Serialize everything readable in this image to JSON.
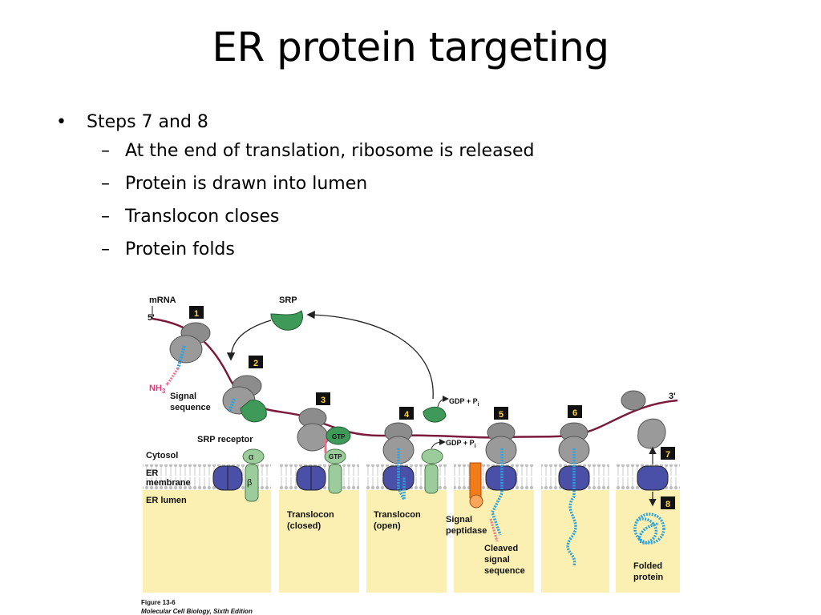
{
  "slide": {
    "title": "ER protein targeting",
    "bullet": "Steps 7 and 8",
    "bullet_marker": "•",
    "sub_marker": "–",
    "sub_bullets": [
      "At the end of translation, ribosome is released",
      "Protein is drawn into lumen",
      "Translocon closes",
      "Protein folds"
    ]
  },
  "figure": {
    "labels": {
      "mrna": "mRNA",
      "five_prime": "5'",
      "three_prime": "3'",
      "srp": "SRP",
      "nh3": "NH",
      "nh3_sub": "3",
      "nh3_sup": "+",
      "signal_sequence": [
        "Signal",
        "sequence"
      ],
      "srp_receptor": "SRP receptor",
      "alpha": "α",
      "beta": "β",
      "cytosol": "Cytosol",
      "er_membrane": [
        "ER",
        "membrane"
      ],
      "er_lumen": "ER lumen",
      "gtp": "GTP",
      "gdp_pi": "GDP + P",
      "pi_sub": "i",
      "translocon_closed": [
        "Translocon",
        "(closed)"
      ],
      "translocon_open": [
        "Translocon",
        "(open)"
      ],
      "signal_peptidase": [
        "Signal",
        "peptidase"
      ],
      "cleaved_signal_sequence": [
        "Cleaved",
        "signal",
        "sequence"
      ],
      "folded_protein": [
        "Folded",
        "protein"
      ]
    },
    "steps": [
      "1",
      "2",
      "3",
      "4",
      "5",
      "6",
      "7",
      "8"
    ],
    "caption": "Figure 13-6",
    "caption_source": "Molecular Cell Biology, Sixth Edition",
    "colors": {
      "lumen": "#fbf0b2",
      "mrna": "#7a1a3c",
      "ribosome": "#8c8c8c",
      "srp": "#3f9a5a",
      "receptor": "#9ccc9c",
      "translocon": "#4a4fa8",
      "peptide": "#2aa3e0",
      "signal": "#e8708f",
      "peptidase": "#f07c1a",
      "step_box": "#111111"
    }
  }
}
